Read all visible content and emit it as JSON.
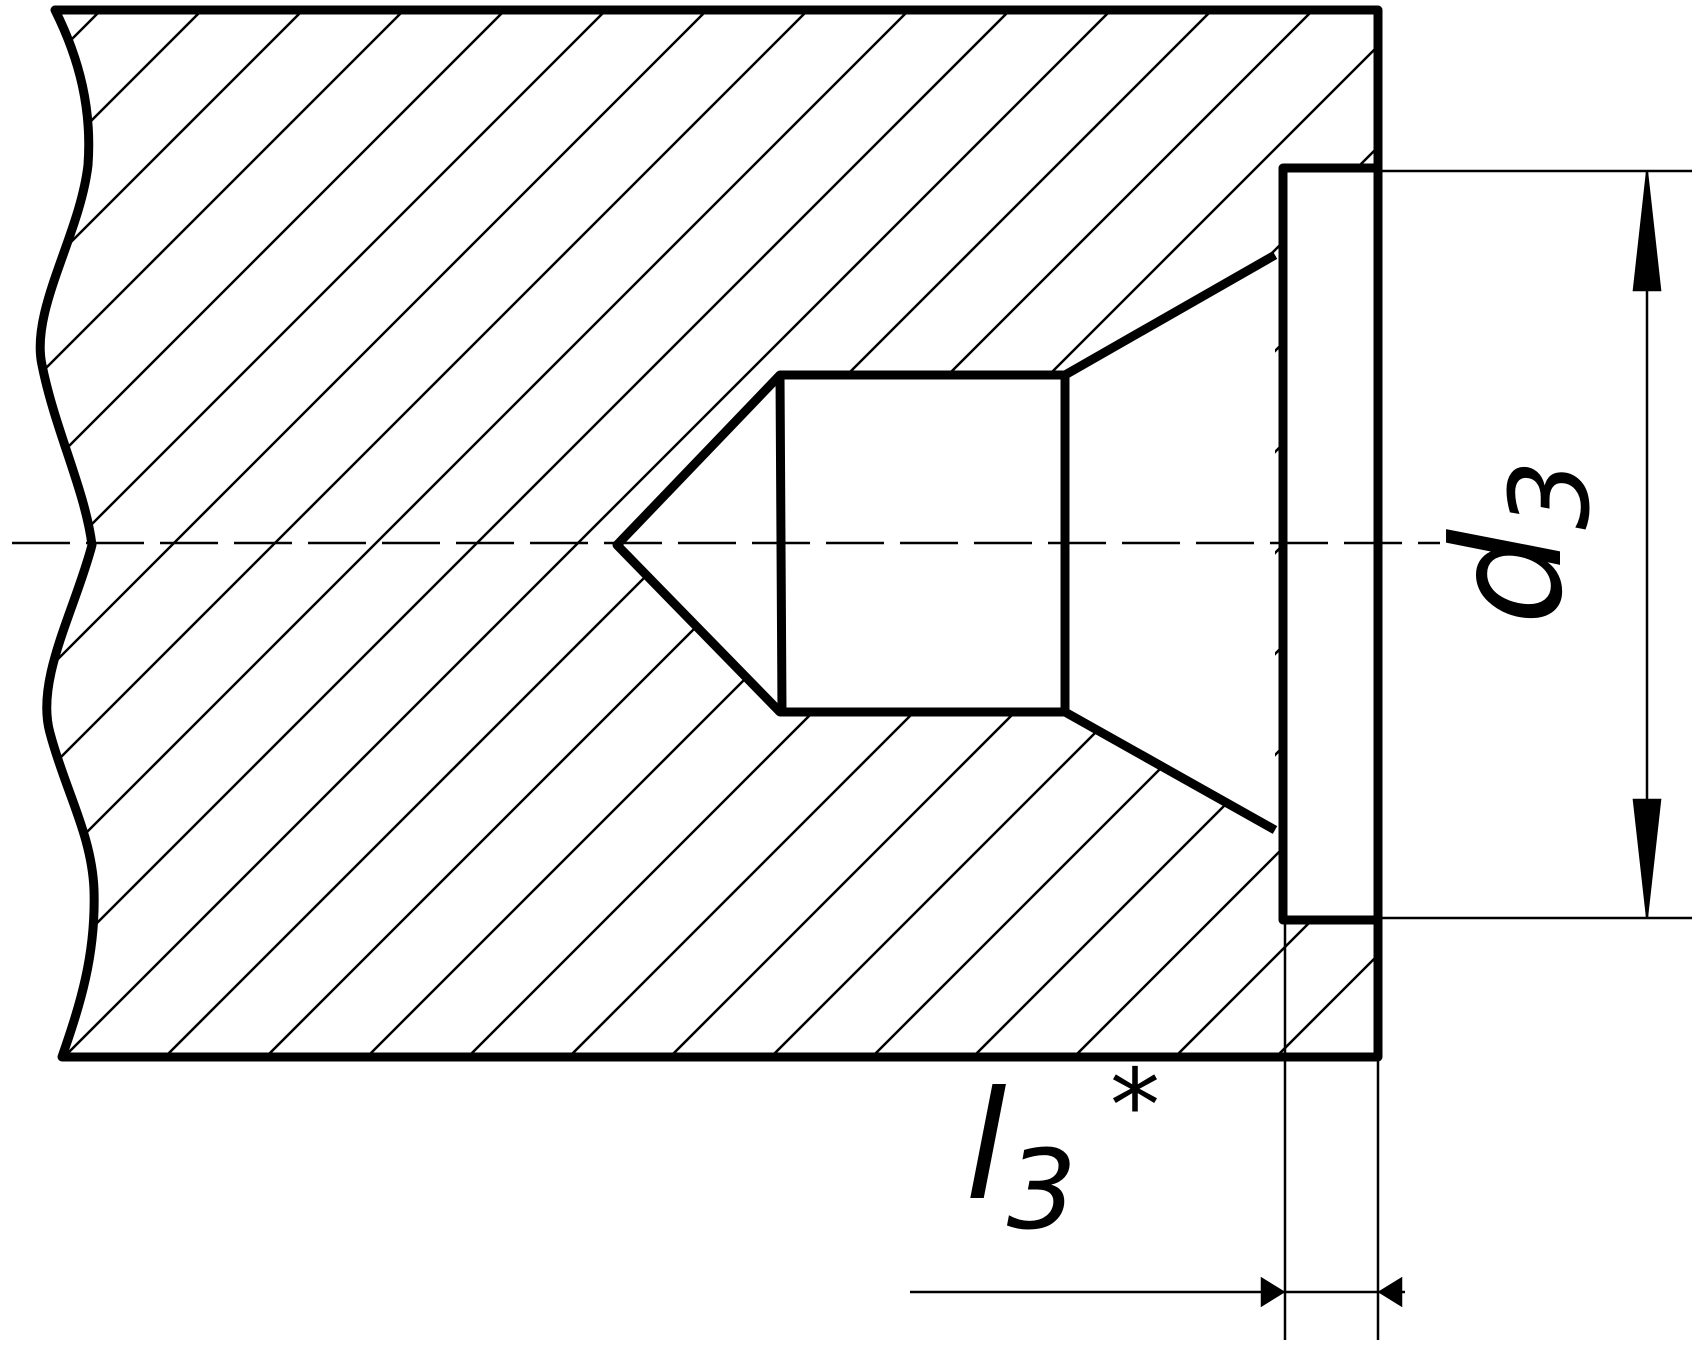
{
  "drawing": {
    "line_color": "#000000",
    "background_color": "#ffffff",
    "dimensions": {
      "diameter": {
        "symbol": "d",
        "subscript": "3"
      },
      "depth": {
        "symbol": "l",
        "subscript": "3",
        "mark": "*"
      }
    }
  }
}
